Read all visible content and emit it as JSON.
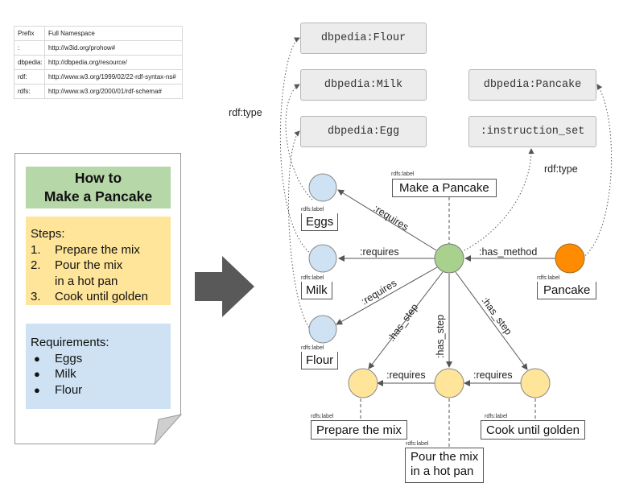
{
  "namespace_table": {
    "header": [
      "Prefix",
      "Full Namespace"
    ],
    "rows": [
      [
        ":",
        "http://w3id.org/prohow#"
      ],
      [
        "dbpedia:",
        "http://dbpedia.org/resource/"
      ],
      [
        "rdf:",
        "http://www.w3.org/1999/02/22-rdf-syntax-ns#"
      ],
      [
        "rdfs:",
        "http://www.w3.org/2000/01/rdf-schema#"
      ]
    ]
  },
  "document": {
    "title_line1": "How to",
    "title_line2": "Make a Pancake",
    "steps_heading": "Steps:",
    "steps": [
      {
        "num": "1.",
        "line1": "Prepare the mix",
        "line2": ""
      },
      {
        "num": "2.",
        "line1": "Pour the mix",
        "line2": "in a hot pan"
      },
      {
        "num": "3.",
        "line1": "Cook until golden",
        "line2": ""
      }
    ],
    "requirements_heading": "Requirements:",
    "requirements": [
      "Eggs",
      "Milk",
      "Flour"
    ],
    "bullet": "●"
  },
  "classes": {
    "flour": "dbpedia:Flour",
    "milk": "dbpedia:Milk",
    "egg": "dbpedia:Egg",
    "pancake": "dbpedia:Pancake",
    "instruction_set": ":instruction_set"
  },
  "edge_labels": {
    "rdf_type": "rdf:type",
    "requires": ":requires",
    "has_method": ":has_method",
    "has_step": ":has_step",
    "rdfs_label": "rdfs:label"
  },
  "labels": {
    "make_pancake": "Make a Pancake",
    "eggs": "Eggs",
    "milk": "Milk",
    "flour": "Flour",
    "pancake": "Pancake",
    "prepare": "Prepare the mix",
    "pour_line1": "Pour the mix",
    "pour_line2": "in a hot pan",
    "cook": "Cook until golden"
  },
  "colors": {
    "method_node": "#a9d18e",
    "ingredient_node": "#cfe2f3",
    "pancake_node": "#ff8c00",
    "step_node": "#ffe599",
    "title_box": "#b6d7a8",
    "steps_box": "#ffe599",
    "requirements_box": "#cfe2f3"
  }
}
